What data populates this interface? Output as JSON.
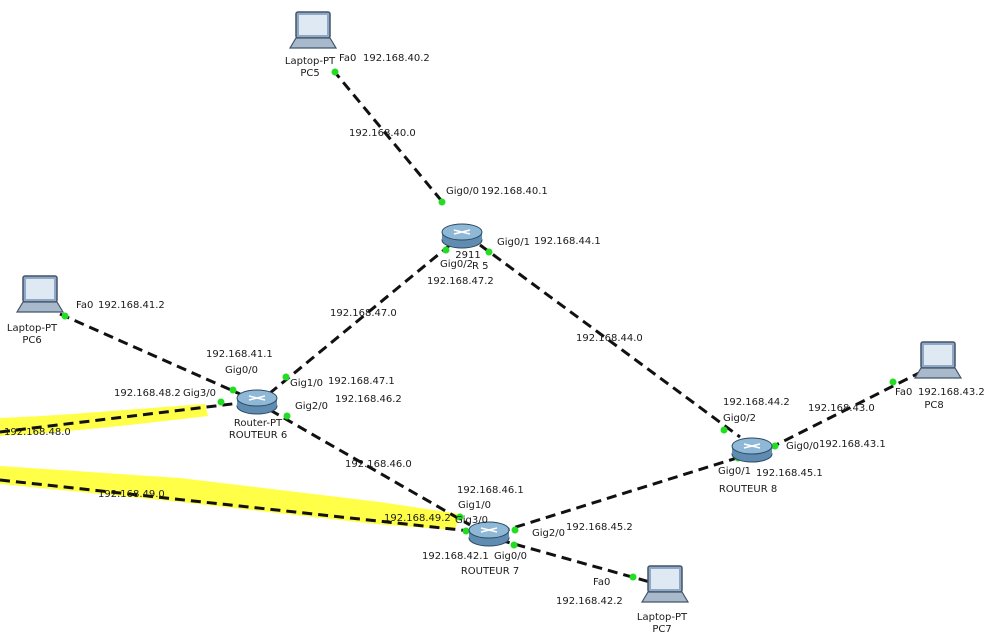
{
  "colors": {
    "link": "#111111",
    "port": "#22dd22",
    "highlight": "#ffff33"
  },
  "devices": {
    "pc5": {
      "type": "Laptop-PT",
      "name": "PC5"
    },
    "pc6": {
      "type": "Laptop-PT",
      "name": "PC6"
    },
    "pc7": {
      "type": "Laptop-PT",
      "name": "PC7"
    },
    "pc8": {
      "name": "PC8"
    },
    "r5": {
      "model": "2911",
      "name": "R 5"
    },
    "r6": {
      "type": "Router-PT",
      "name": "ROUTEUR 6"
    },
    "r7": {
      "name": "ROUTEUR 7"
    },
    "r8": {
      "name": "ROUTEUR 8"
    }
  },
  "networks": {
    "n40": "192.168.40.0",
    "n41": "192.168.41.2",
    "n47": "192.168.47.0",
    "n44": "192.168.44.0",
    "n43": "192.168.43.0",
    "n46": "192.168.46.0",
    "n48": "192.168.48.0",
    "n49": "192.168.49.0"
  },
  "ports": {
    "pc5_fa0": "Fa0",
    "pc5_ip": "192.168.40.2",
    "r5_g00": "Gig0/0",
    "r5_g00_ip": "192.168.40.1",
    "r5_g01": "Gig0/1",
    "r5_g01_ip": "192.168.44.1",
    "r5_g02": "Gig0/2",
    "r5_g02_ip": "192.168.47.2",
    "pc6_fa0": "Fa0",
    "r6_g00": "Gig0/0",
    "r6_g00_ip": "192.168.41.1",
    "r6_g10": "Gig1/0",
    "r6_g10_ip": "192.168.47.1",
    "r6_g20": "Gig2/0",
    "r6_g20_ip": "192.168.46.2",
    "r6_g30": "Gig3/0",
    "r6_g30_ip": "192.168.48.2",
    "r7_g10": "Gig1/0",
    "r7_g10_ip": "192.168.46.1",
    "r7_g30": "Gig3/0",
    "r7_g30_ip": "192.168.49.2",
    "r7_g20": "Gig2/0",
    "r7_g20_ip": "192.168.45.2",
    "r7_g00": "Gig0/0",
    "r7_g00_ip": "192.168.42.1",
    "pc7_fa0": "Fa0",
    "pc7_ip": "192.168.42.2",
    "r8_g02": "Gig0/2",
    "r8_g02_ip": "192.168.44.2",
    "r8_g00": "Gig0/0",
    "r8_g00_ip": "192.168.43.1",
    "r8_g01": "Gig0/1",
    "r8_g01_ip": "192.168.45.1",
    "pc8_fa0": "Fa0",
    "pc8_ip": "192.168.43.2"
  }
}
